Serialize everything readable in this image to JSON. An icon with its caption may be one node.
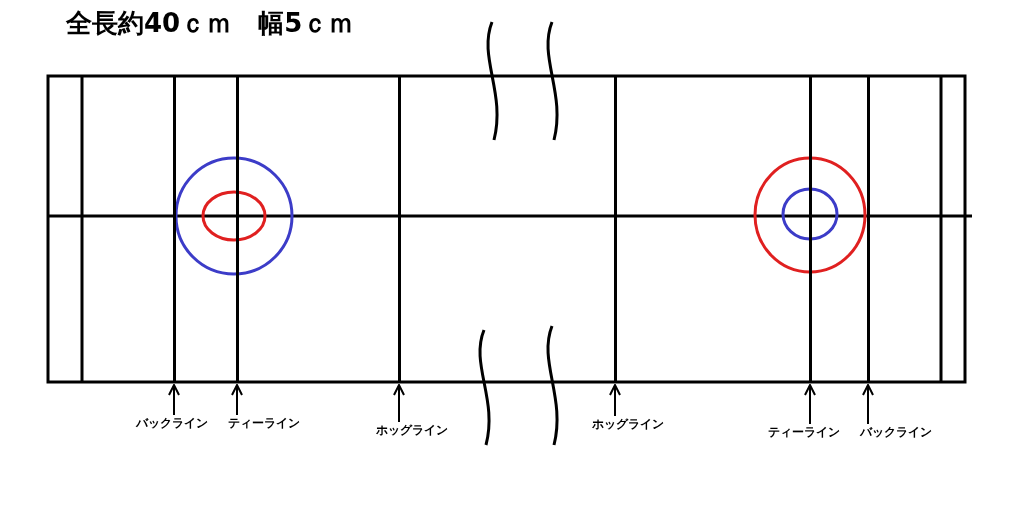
{
  "diagram": {
    "title": "全長約40ｃｍ　幅5ｃｍ",
    "nodes": [
      {
        "text": [
          "バックライン"
        ]
      },
      {
        "text": [
          "ティーライン"
        ]
      },
      {
        "text": [
          "ホッグライン"
        ]
      },
      {
        "text": [
          "ホッグライン"
        ]
      },
      {
        "text": [
          "ティーライン"
        ]
      },
      {
        "text": [
          "バックライン"
        ]
      },
      {
        "text": [],
        "shape": "bar"
      },
      {
        "text": [],
        "shape": "bar"
      },
      {
        "text": [],
        "shape": "bar"
      },
      {
        "text": [],
        "shape": "bar"
      },
      {
        "text": [],
        "shape": "bar"
      },
      {
        "text": [],
        "shape": "bar"
      }
    ],
    "edges": [
      {
        "from": 0,
        "to": 6,
        "arrow": "to"
      },
      {
        "from": 1,
        "to": 7,
        "arrow": "to"
      },
      {
        "from": 2,
        "to": 8,
        "arrow": "to"
      },
      {
        "from": 3,
        "to": 9,
        "arrow": "to"
      },
      {
        "from": 4,
        "to": 10,
        "arrow": "to"
      },
      {
        "from": 5,
        "to": 11,
        "arrow": "to"
      }
    ]
  }
}
